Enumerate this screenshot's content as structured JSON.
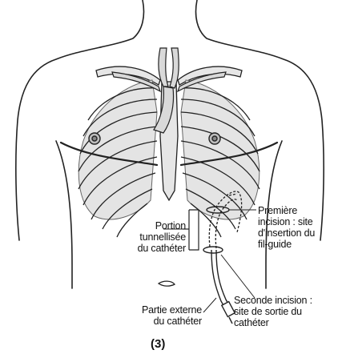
{
  "labels": {
    "premiere_incision": [
      "Première",
      "incision : site",
      "d'insertion du",
      "fil-guide"
    ],
    "portion_tunnellisee": [
      "Portion",
      "tunnellisée",
      "du cathéter"
    ],
    "seconde_incision": [
      "Seconde incision :",
      "site de sortie du",
      "cathéter"
    ],
    "partie_externe": [
      "Partie externe",
      "du cathéter"
    ]
  },
  "caption": "(3)",
  "colors": {
    "line": "#222222",
    "bone": "#cfcfcf",
    "lung": "#e4e4e4",
    "vessel": "#d9d9d9"
  }
}
